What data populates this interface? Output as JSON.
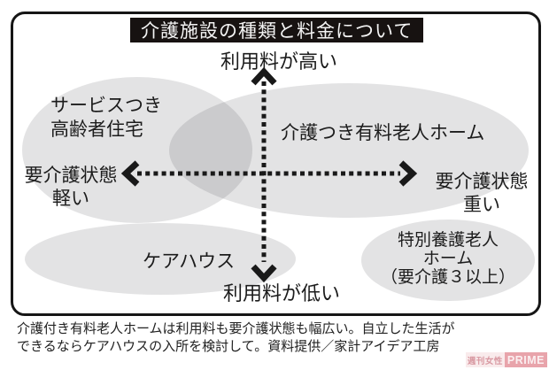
{
  "title": "介護施設の種類と料金について",
  "axes": {
    "top": "利用料が高い",
    "bottom": "利用料が低い",
    "left": {
      "line1": "要介護状態",
      "line2": "軽い"
    },
    "right": {
      "line1": "要介護状態",
      "line2": "重い"
    }
  },
  "facilities": {
    "service_housing": {
      "line1": "サービスつき",
      "line2": "高齢者住宅"
    },
    "paid_home": {
      "label": "介護つき有料老人ホーム"
    },
    "care_house": {
      "label": "ケアハウス"
    },
    "tokuyo": {
      "line1": "特別養護老人",
      "line2": "ホーム",
      "line3": "（要介護３以上）"
    }
  },
  "caption": {
    "line1": "介護付き有料老人ホームは利用料も要介護状態も幅広い。自立した生活が",
    "line2": "できるならケアハウスの入所を検討して。資料提供／家計アイデア工房"
  },
  "watermark": {
    "magazine": "週刊女性",
    "brand": "PRIME"
  },
  "colors": {
    "ink": "#1c1c1c",
    "banner_bg": "#171211",
    "banner_text": "#f4f4f4",
    "ellipse_fill": "#e4e4e6",
    "ellipse_overlap": "#cccccd",
    "watermark_pink": "#e8a4ab",
    "watermark_magazine_text": "#d898a1"
  }
}
